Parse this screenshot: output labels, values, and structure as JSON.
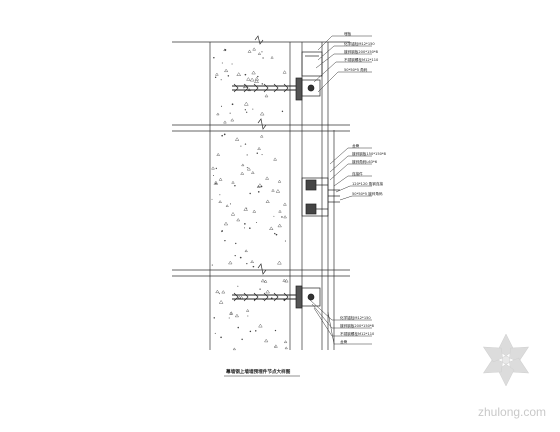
{
  "drawing": {
    "title": "幕墙钢上墙墙预埋件节点大样图",
    "labels_top": [
      "埋板",
      "化学锚栓M12*150",
      "镀锌钢板200*150*8",
      "不锈钢螺栓M12*110",
      "50*50*5 角码"
    ],
    "labels_middle": [
      "龙骨",
      "镀锌钢板150*150*8",
      "镀锌角码L63*6",
      "连接件",
      "120*120 角钢连接",
      "50*50*5 镀锌角码"
    ],
    "labels_bottom": [
      "化学锚栓M12*150",
      "镀锌钢板200*150*8",
      "不锈钢螺栓M12*110",
      "龙骨"
    ]
  },
  "watermark": {
    "site": "zhulong.com"
  }
}
